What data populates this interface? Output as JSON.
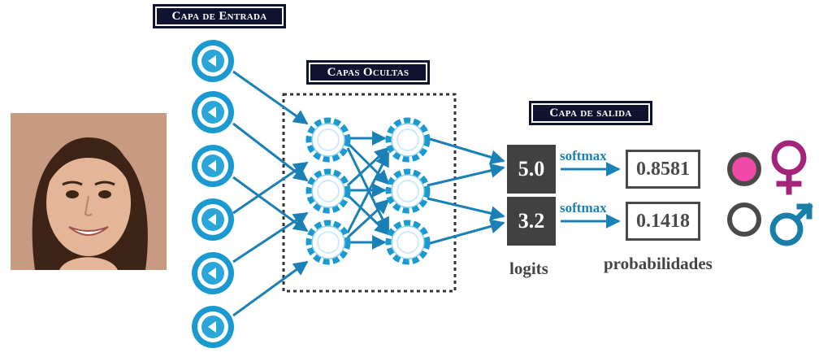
{
  "labels": {
    "input_layer": "Capa de Entrada",
    "hidden_layers": "Capas Ocultas",
    "output_layer": "Capa de salida"
  },
  "logits": [
    "5.0",
    "3.2"
  ],
  "softmax_labels": [
    "softmax",
    "softmax"
  ],
  "probabilities": [
    "0.8581",
    "0.1418"
  ],
  "captions": {
    "logits": "logits",
    "probabilities": "probabilidades"
  },
  "colors": {
    "node_blue": "#1a9ad0",
    "arrow_blue": "#1a80b6",
    "label_bg": "#0f1330",
    "logit_bg": "#414141",
    "female_pink": "#f04aa8",
    "female_symbol": "#a3247a",
    "male_symbol": "#1a7fa8"
  },
  "icons": {
    "photo": "face-photo",
    "female": "female-symbol-icon",
    "male": "male-symbol-icon"
  }
}
